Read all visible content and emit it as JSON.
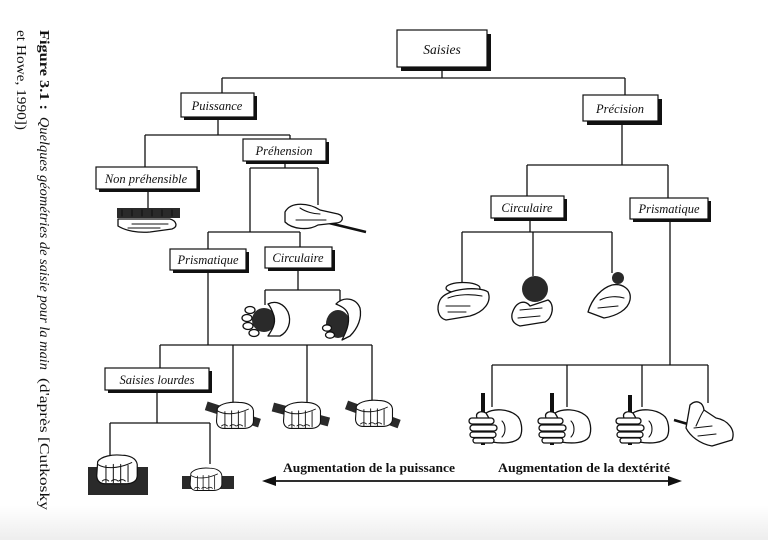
{
  "caption": {
    "figure_label": "Figure 3.1 :",
    "title": "Quelques géométries de saisie pour la main",
    "source_line1": "(d'après [Cutkosky",
    "source_line2": "et Howe, 1990])"
  },
  "tree": {
    "root": "Saisies",
    "power": {
      "label": "Puissance",
      "non_prehensile": "Non préhensible",
      "prehension": "Préhension",
      "prismatic": "Prismatique",
      "circular": "Circulaire",
      "heavy": "Saisies lourdes"
    },
    "precision": {
      "label": "Précision",
      "circular": "Circulaire",
      "prismatic": "Prismatique"
    }
  },
  "scale_arrow": {
    "left_label": "Augmentation de la puissance",
    "right_label": "Augmentation de la dextérité"
  },
  "colors": {
    "ink": "#111111",
    "paper": "#ffffff",
    "object_fill": "#2a2a2a"
  }
}
